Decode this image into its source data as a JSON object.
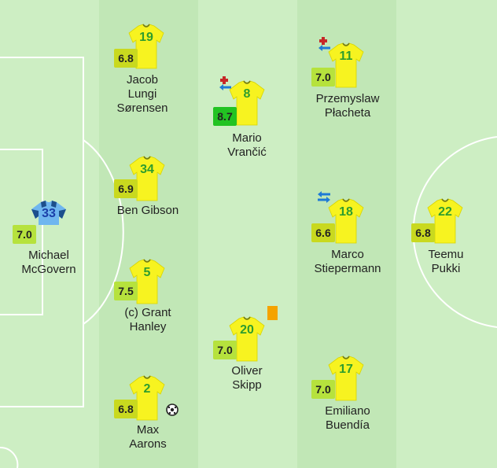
{
  "colors": {
    "pitch_light": "#cdeec3",
    "pitch_dark": "#c1e7b6",
    "lines": "#ffffff",
    "shirt_yellow": "#f7f320",
    "shirt_goalkeeper": "#6fb6ef",
    "rating_lime": "#b6e23d",
    "rating_yellow": "#c9d91f",
    "rating_green": "#22c322",
    "yellow_card": "#f5a300",
    "sub_in": "#c62828",
    "sub_out": "#1e7ad6"
  },
  "players": [
    {
      "id": "mcgovern",
      "number": "33",
      "rating": "7.0",
      "name": "Michael\nMcGovern",
      "kit": "goalkeeper",
      "rating_color": "lime"
    },
    {
      "id": "sorensen",
      "number": "19",
      "rating": "6.8",
      "name": "Jacob\nLungi\nSørensen",
      "kit": "yellow",
      "rating_color": "yellow"
    },
    {
      "id": "gibson",
      "number": "34",
      "rating": "6.9",
      "name": "Ben Gibson",
      "kit": "yellow",
      "rating_color": "yellow"
    },
    {
      "id": "hanley",
      "number": "5",
      "rating": "7.5",
      "name": "(c) Grant\nHanley",
      "kit": "yellow",
      "rating_color": "lime"
    },
    {
      "id": "aarons",
      "number": "2",
      "rating": "6.8",
      "name": "Max\nAarons",
      "kit": "yellow",
      "rating_color": "yellow",
      "icon": "soccer-ball-icon"
    },
    {
      "id": "vrancic",
      "number": "8",
      "rating": "8.7",
      "name": "Mario\nVrančić",
      "kit": "yellow",
      "rating_color": "green",
      "icon": "substitution-icon"
    },
    {
      "id": "skipp",
      "number": "20",
      "rating": "7.0",
      "name": "Oliver\nSkipp",
      "kit": "yellow",
      "rating_color": "lime",
      "icon": "yellow-card-icon"
    },
    {
      "id": "placheta",
      "number": "11",
      "rating": "7.0",
      "name": "Przemyslaw\nPłacheta",
      "kit": "yellow",
      "rating_color": "lime",
      "icon": "substitution-icon"
    },
    {
      "id": "stiepermann",
      "number": "18",
      "rating": "6.6",
      "name": "Marco\nStiepermann",
      "kit": "yellow",
      "rating_color": "yellow",
      "icon": "substitution-out-icon"
    },
    {
      "id": "buendia",
      "number": "17",
      "rating": "7.0",
      "name": "Emiliano\nBuendía",
      "kit": "yellow",
      "rating_color": "lime"
    },
    {
      "id": "pukki",
      "number": "22",
      "rating": "6.8",
      "name": "Teemu\nPukki",
      "kit": "yellow",
      "rating_color": "yellow"
    }
  ]
}
